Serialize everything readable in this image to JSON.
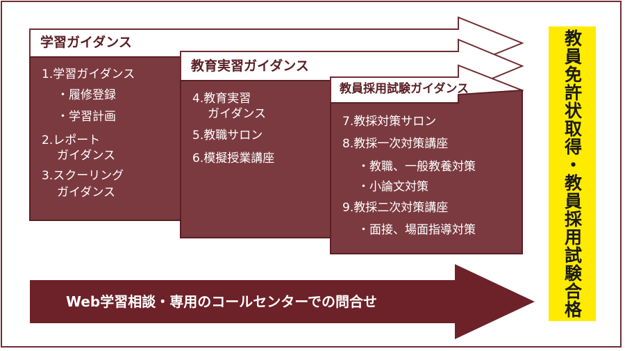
{
  "colors": {
    "maroon": "#7b3a40",
    "dark_border": "#5a1e24",
    "arrow_dark": "#6d2128",
    "goal_yellow": "#ffeb00",
    "white": "#ffffff"
  },
  "stages": [
    {
      "heading": "学習ガイダンス",
      "items": [
        {
          "text": "1.学習ガイダンス",
          "subs": [
            "・履修登録",
            "・学習計画"
          ]
        },
        {
          "text": "2.レポート",
          "cont": "ガイダンス"
        },
        {
          "text": "3.スクーリング",
          "cont": "ガイダンス"
        }
      ]
    },
    {
      "heading": "教育実習ガイダンス",
      "items": [
        {
          "text": "4.教育実習",
          "cont": "ガイダンス"
        },
        {
          "text": "5.教職サロン"
        },
        {
          "text": "6.模擬授業講座"
        }
      ]
    },
    {
      "heading": "教員採用試験ガイダンス",
      "items": [
        {
          "text": "7.教採対策サロン"
        },
        {
          "text": "8.教採一次対策講座",
          "subs": [
            "・教職、一般教養対策",
            "・小論文対策"
          ]
        },
        {
          "text": "9.教採二次対策講座",
          "subs": [
            "・面接、場面指導対策"
          ]
        }
      ]
    }
  ],
  "bottom_arrow": {
    "label": "Web学習相談・専用のコールセンターでの問合せ"
  },
  "goal": {
    "label": "教員免許状取得・教員採用試験合格"
  }
}
